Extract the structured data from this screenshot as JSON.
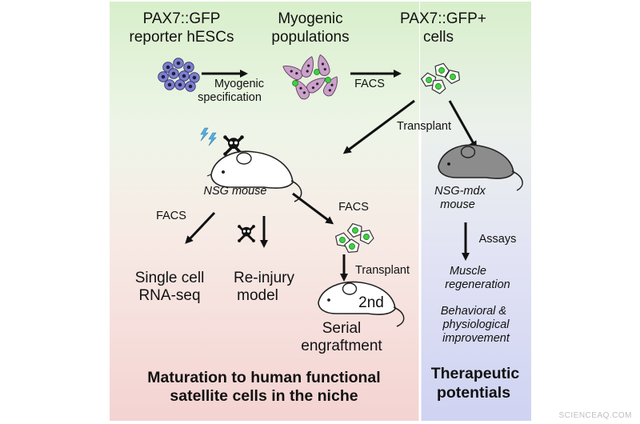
{
  "top": {
    "reporter_line1": "PAX7::GFP",
    "reporter_line2": "reporter hESCs",
    "myogenic_line1": "Myogenic",
    "myogenic_line2": "populations",
    "gfp_line1": "PAX7::GFP+",
    "gfp_line2": "cells",
    "spec_line1": "Myogenic",
    "spec_line2": "specification",
    "facs": "FACS"
  },
  "middle": {
    "transplant": "Transplant",
    "nsg_mouse": "NSG mouse",
    "nsg_mdx_line1": "NSG-mdx",
    "nsg_mdx_line2": "mouse"
  },
  "lower_left": {
    "facs_left": "FACS",
    "facs_right": "FACS",
    "transplant2": "Transplant",
    "single_cell_line1": "Single cell",
    "single_cell_line2": "RNA-seq",
    "reinjury_line1": "Re-injury",
    "reinjury_line2": "model",
    "second_label": "2nd",
    "serial_line1": "Serial",
    "serial_line2": "engraftment",
    "footer_line1": "Maturation to human functional",
    "footer_line2": "satellite cells in the niche"
  },
  "lower_right": {
    "assays": "Assays",
    "muscle_line1": "Muscle",
    "muscle_line2": "regeneration",
    "behav_line1": "Behavioral &",
    "behav_line2": "physiological",
    "behav_line3": "improvement",
    "footer_line1": "Therapeutic",
    "footer_line2": "potentials"
  },
  "watermark": "SCIENCEAQ.COM",
  "colors": {
    "panel_top": "#d9f0cc",
    "panel_bottom_left": "#f6d8d6",
    "panel_bottom_right": "#d3d6f2",
    "gfp_green": "#3fd13f",
    "stem_cell": "#8080cc",
    "myogenic_cell": "#c8a2c8",
    "lightning": "#5ab0e0",
    "mdx_mouse": "#8c8c8c"
  },
  "icons": [
    "lightning-icon",
    "skull-crossbones-icon",
    "mouse-icon",
    "cell-cluster-icon"
  ]
}
